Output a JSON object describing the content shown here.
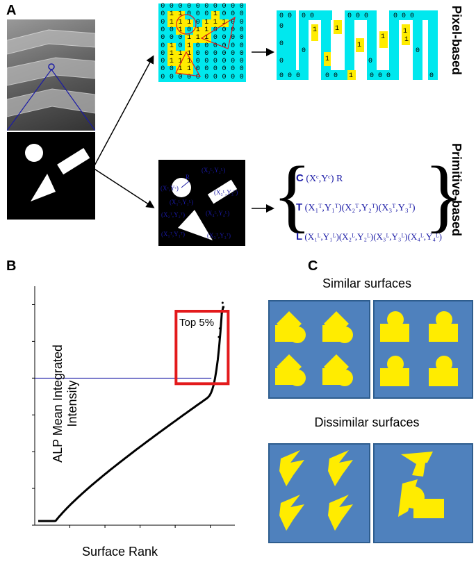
{
  "panels": {
    "a": "A",
    "b": "B",
    "c": "C"
  },
  "panel_a": {
    "pixel_label": "Pixel-based",
    "primitive_label": "Primitive-based",
    "grid_left": [
      "0000000000",
      "0110001000",
      "0111011100",
      "0010110000",
      "0001110000",
      "0101000000",
      "0111000000",
      "0111000000",
      "0011000000",
      "0000000000"
    ],
    "scan_rows": [
      "0 0 0 0 0 0 0 0 0 0 0 0 0",
      "0 0 1 1 0 1 0 1 1 0 0",
      "0 1 1 0 1 1 1 0 1 0 0",
      "0 1 1 1 1 0 0 0 0 0 0"
    ],
    "primitives": {
      "circle": {
        "letter": "C",
        "params": "(Xᶜ,Yᶜ) R"
      },
      "triangle": {
        "letter": "T",
        "params": "(X₁ᵀ,Y₁ᵀ)(X₂ᵀ,Y₂ᵀ)(X₃ᵀ,Y₃ᵀ)"
      },
      "rectangle": {
        "letter": "L",
        "params": "(X₁ᴸ,Y₁ᴸ)(X₂ᴸ,Y₂ᴸ)(X₃ᴸ,Y₃ᴸ)(X₄ᴸ,Y₄ᴸ)"
      }
    },
    "inset_labels": {
      "r": "R",
      "c": "(Xᶜ,Yᶜ)",
      "l1": "(X₁ᴸ,Y₁ᴸ)",
      "l2": "(X₂ᴸ,Y₂ᴸ)",
      "l3": "(X₃ᴸ,Y₃ᴸ)",
      "l4": "(X₄ᴸ,Y₄ᴸ)",
      "t1": "(X₁ᵀ,Y₁ᵀ)",
      "t2": "(X₂ᵀ,Y₂ᵀ)",
      "t3": "(X₃ᵀ,Y₃ᵀ)"
    }
  },
  "chart_data": {
    "type": "scatter",
    "xlabel": "Surface Rank",
    "ylabel": "ALP Mean Integrated Intensity",
    "annotation": "Top 5%",
    "threshold_fraction": 0.95,
    "grid": false,
    "note": "sorted curve of ranked values"
  },
  "panel_c": {
    "similar_title": "Similar surfaces",
    "dissimilar_title": "Dissimilar surfaces"
  },
  "colors": {
    "cyan": "#00e8ee",
    "yellow": "#ffec00",
    "blue_panel": "#4f81bd",
    "red_box": "#e31a1c",
    "line": "#1a1aa6"
  }
}
